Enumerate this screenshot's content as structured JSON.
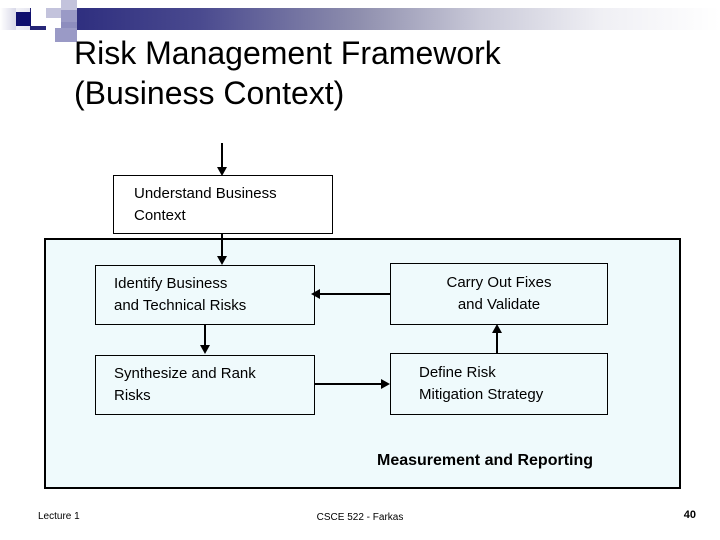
{
  "slide": {
    "title_line1": "Risk Management Framework",
    "title_line2": "(Business Context)",
    "container_caption": "Measurement and Reporting",
    "container_bg": "#effafc",
    "band_dark": "#1d1d6e",
    "band_light": "#ffffff"
  },
  "diagram": {
    "nodes": [
      {
        "id": "understand",
        "label_line1": "Understand Business",
        "label_line2": "Context"
      },
      {
        "id": "identify",
        "label_line1": "Identify Business",
        "label_line2": "and Technical Risks"
      },
      {
        "id": "carry",
        "label_line1": "Carry Out Fixes",
        "label_line2": "and Validate"
      },
      {
        "id": "synthesize",
        "label_line1": "Synthesize and Rank",
        "label_line2": "Risks"
      },
      {
        "id": "define",
        "label_line1": "Define Risk",
        "label_line2": "Mitigation Strategy"
      }
    ]
  },
  "footer": {
    "left": "Lecture 1",
    "center": "CSCE 522 - Farkas",
    "page": "40"
  }
}
